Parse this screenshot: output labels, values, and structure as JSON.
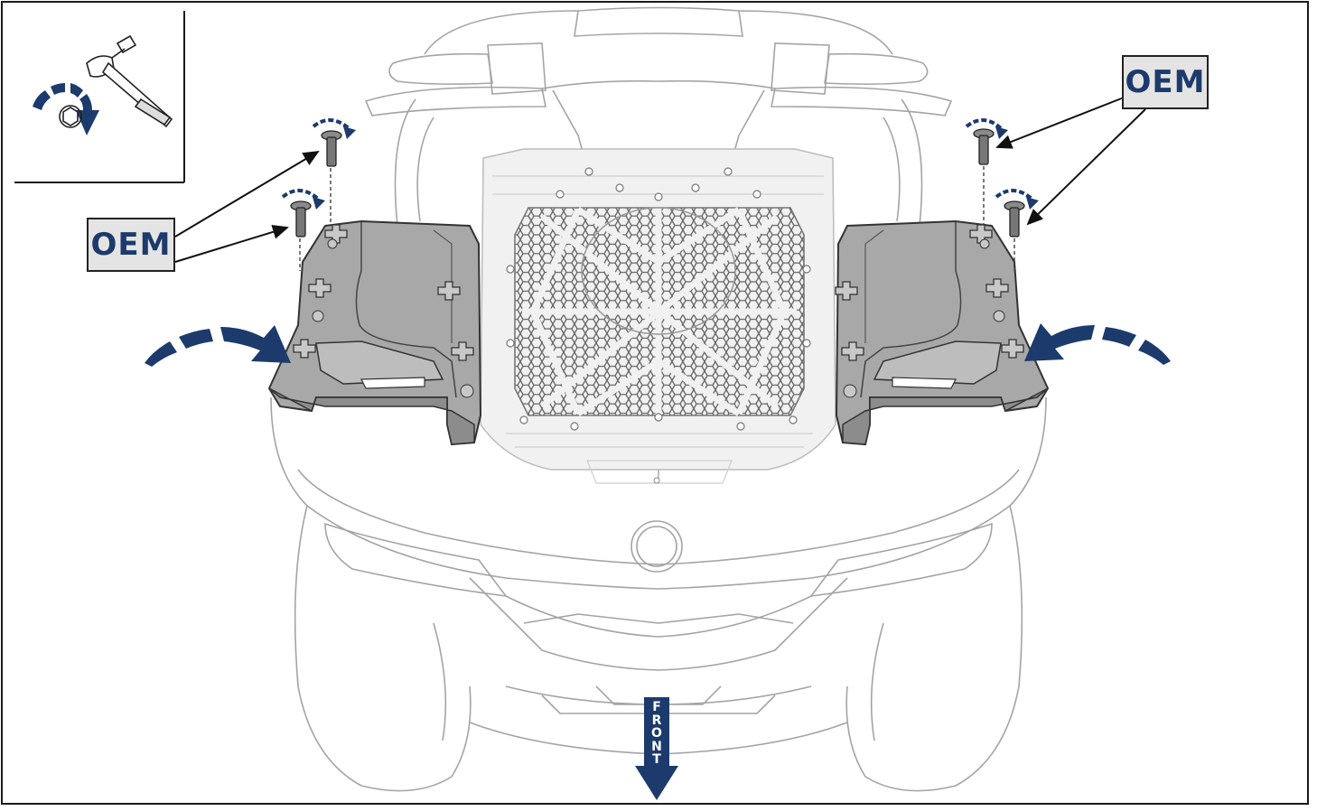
{
  "callouts": {
    "left": "OEM",
    "right": "OEM"
  },
  "front_label": "FRONT",
  "colors": {
    "accent_blue": "#1c3b6c",
    "rack_gray": "#a9a9a9",
    "outline": "#9a9a9a",
    "callout_bg": "#e4e4e4"
  },
  "icons": [
    "ratchet-wrench-icon",
    "rotate-clockwise-icon",
    "screw-icon",
    "rotation-arrow-icon",
    "front-arrow-icon"
  ]
}
